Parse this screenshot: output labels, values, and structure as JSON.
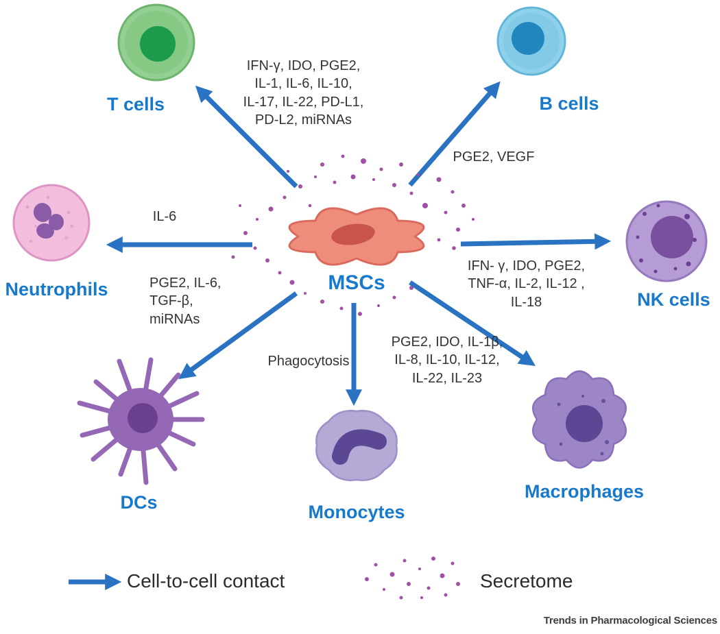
{
  "center": {
    "label": "MSCs"
  },
  "cells": [
    {
      "id": "t-cells",
      "label": "T cells",
      "factors": "IFN-γ, IDO, PGE2,\nIL-1, IL-6, IL-10,\nIL-17, IL-22, PD-L1,\nPD-L2, miRNAs"
    },
    {
      "id": "b-cells",
      "label": "B cells",
      "factors": "PGE2, VEGF"
    },
    {
      "id": "neutrophils",
      "label": "Neutrophils",
      "factors": "IL-6"
    },
    {
      "id": "nk-cells",
      "label": "NK cells",
      "factors": "IFN- γ, IDO, PGE2,\nTNF-α, IL-2, IL-12 ,\nIL-18"
    },
    {
      "id": "dcs",
      "label": "DCs",
      "factors": "PGE2, IL-6,\nTGF-β,\nmiRNAs"
    },
    {
      "id": "monocytes",
      "label": "Monocytes",
      "factors": "Phagocytosis"
    },
    {
      "id": "macrophages",
      "label": "Macrophages",
      "factors": "PGE2, IDO, IL-1β,\nIL-8, IL-10, IL-12,\nIL-22, IL-23"
    }
  ],
  "legend": {
    "arrow_label": "Cell-to-cell contact",
    "secretome_label": "Secretome"
  },
  "footer": {
    "journal": "Trends in Pharmacological Sciences"
  },
  "colors": {
    "arrow_blue": "#2a72c2",
    "label_blue": "#1779cc",
    "msc_body": "#ef8d7d",
    "t_cell_green": "#93cf92",
    "b_cell_blue": "#8fd0ea",
    "neutrophil_pink": "#f3bedd",
    "nk_purple": "#b59cd5",
    "dc_purple": "#9468b5",
    "monocyte_lavender": "#b5a9d6",
    "macrophage_purple": "#9d86c6",
    "secretome_dot": "#a14fa6"
  }
}
